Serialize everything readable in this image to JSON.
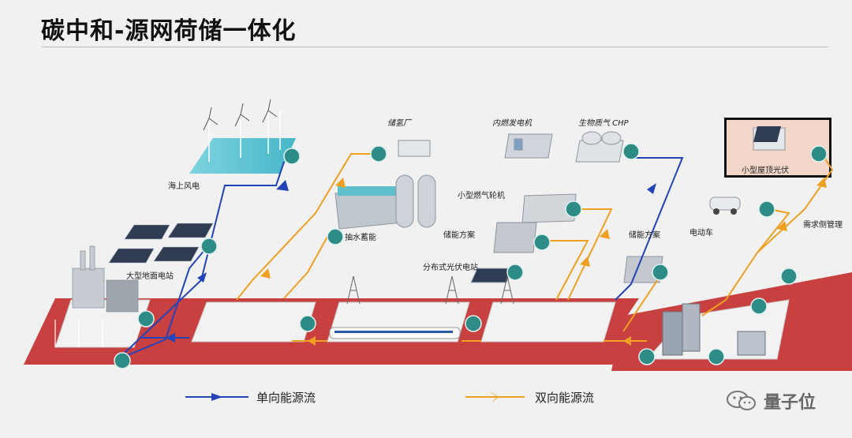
{
  "title": "碳中和-源网荷储一体化",
  "labels": {
    "offshore_wind": "海上风电",
    "ground_pv": "大型地面电站",
    "pumped_storage": "抽水蓄能",
    "hydrogen_plant": "储氢厂",
    "ice_generator": "内燃发电机",
    "biomass_chp": "生物质气 CHP",
    "small_gas_turbine": "小型燃气轮机",
    "storage_1": "储能方案",
    "storage_2": "储能方案",
    "distributed_pv": "分布式光伏电站",
    "rooftop_pv": "小型屋顶光伏",
    "ev": "电动车",
    "demand_mgmt": "需求侧管理"
  },
  "legend": {
    "one_way": "单向能源流",
    "two_way": "双向能源流"
  },
  "watermark": "量子位",
  "colors": {
    "one_way": "#2343b8",
    "two_way": "#f0a020",
    "grid_band": "#c94040",
    "meter": "#2e8c86"
  }
}
